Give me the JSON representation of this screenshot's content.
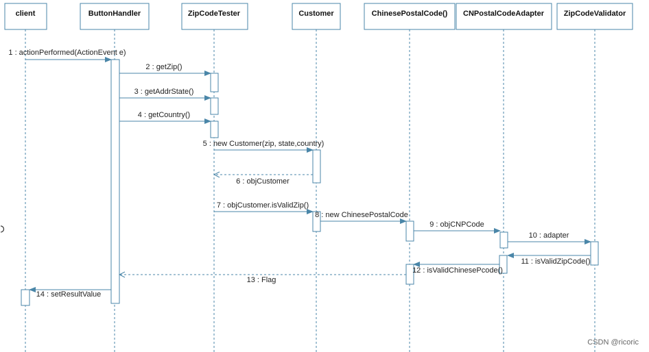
{
  "participants": [
    {
      "id": "client",
      "label": "client"
    },
    {
      "id": "buttonhandler",
      "label": "ButtonHandler"
    },
    {
      "id": "zipcodetester",
      "label": "ZipCodeTester"
    },
    {
      "id": "customer",
      "label": "Customer"
    },
    {
      "id": "chinesepostalcode",
      "label": "ChinesePostalCode()"
    },
    {
      "id": "cnpostalcodeadapter",
      "label": "CNPostalCodeAdapter"
    },
    {
      "id": "zipcodevalidator",
      "label": "ZipCodeValidator"
    }
  ],
  "messages": [
    {
      "text": "1 : actionPerformed(ActionEvent e)",
      "from": "client",
      "to": "buttonhandler",
      "kind": "call"
    },
    {
      "text": "2 : getZip()",
      "from": "buttonhandler",
      "to": "zipcodetester",
      "kind": "call"
    },
    {
      "text": "3 : getAddrState()",
      "from": "buttonhandler",
      "to": "zipcodetester",
      "kind": "call"
    },
    {
      "text": "4 : getCountry()",
      "from": "buttonhandler",
      "to": "zipcodetester",
      "kind": "call"
    },
    {
      "text": "5 : new Customer(zip, state,country)",
      "from": "zipcodetester",
      "to": "customer",
      "kind": "call"
    },
    {
      "text": "6 : objCustomer",
      "from": "customer",
      "to": "zipcodetester",
      "kind": "return"
    },
    {
      "text": "7 : objCustomer.isValidZip()",
      "from": "zipcodetester",
      "to": "customer",
      "kind": "call"
    },
    {
      "text": "8 : new  ChinesePostalCode",
      "from": "customer",
      "to": "chinesepostalcode",
      "kind": "call"
    },
    {
      "text": "9 : objCNPCode",
      "from": "chinesepostalcode",
      "to": "cnpostalcodeadapter",
      "kind": "call"
    },
    {
      "text": "10 : adapter",
      "from": "cnpostalcodeadapter",
      "to": "zipcodevalidator",
      "kind": "call"
    },
    {
      "text": "11 : isValidZipCode()",
      "from": "zipcodevalidator",
      "to": "cnpostalcodeadapter",
      "kind": "call"
    },
    {
      "text": "12 : isValidChinesePcode()",
      "from": "cnpostalcodeadapter",
      "to": "chinesepostalcode",
      "kind": "call"
    },
    {
      "text": "13 : Flag",
      "from": "chinesepostalcode",
      "to": "buttonhandler",
      "kind": "return"
    },
    {
      "text": "14 : setResultValue",
      "from": "buttonhandler",
      "to": "client",
      "kind": "call"
    }
  ],
  "watermark": "CSDN @ricoric",
  "colors": {
    "line": "#4a86a8",
    "box_border": "#4a86a8",
    "text": "#222222"
  }
}
